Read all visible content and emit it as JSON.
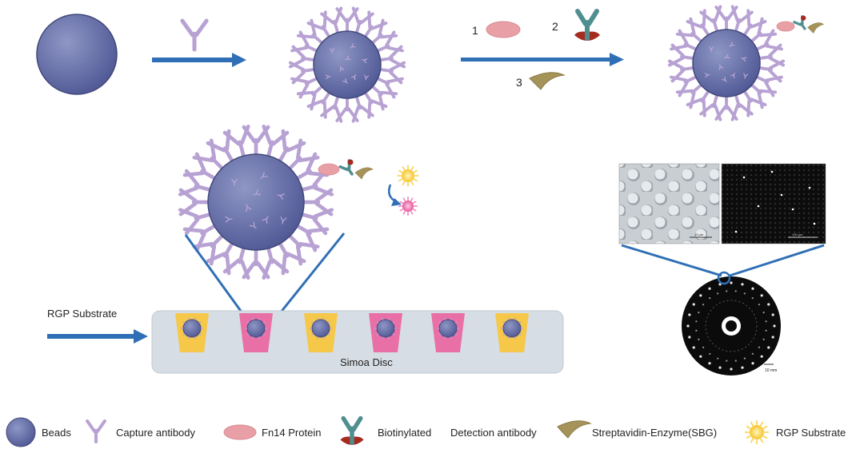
{
  "steps": {
    "step1_number": "1",
    "step2_number": "2",
    "step3_number": "3"
  },
  "disc": {
    "substrate_label": "RGP Substrate",
    "disc_label": "Simoa Disc",
    "well_colors": [
      "#f5c84a",
      "#e96fa7",
      "#f5c84a",
      "#e96fa7",
      "#e96fa7",
      "#f5c84a"
    ]
  },
  "micrographs": {
    "left_scalebar": "10 µm",
    "right_scalebar": "100 µm",
    "disc_scalebar": "10 mm"
  },
  "legend": {
    "beads": "Beads",
    "capture": "Capture antibody",
    "protein": "Fn14 Protein",
    "biotinylated": "Biotinylated",
    "detection": "Detection antibody",
    "sbg": "Streptavidin-Enzyme(SBG)",
    "rgp": "RGP Substrate"
  },
  "colors": {
    "bead": "#6f78b0",
    "antibody": "#b7a2d3",
    "arrow": "#2f6fb5",
    "protein": "#e8a0a6",
    "detection_teal": "#4f8e8f",
    "detection_red": "#a52a1f",
    "sbg": "#a6935a",
    "sun_yellow": "#f7cf3c",
    "sun_pink": "#ec7fb7",
    "disc_bg": "#d7dde4"
  }
}
